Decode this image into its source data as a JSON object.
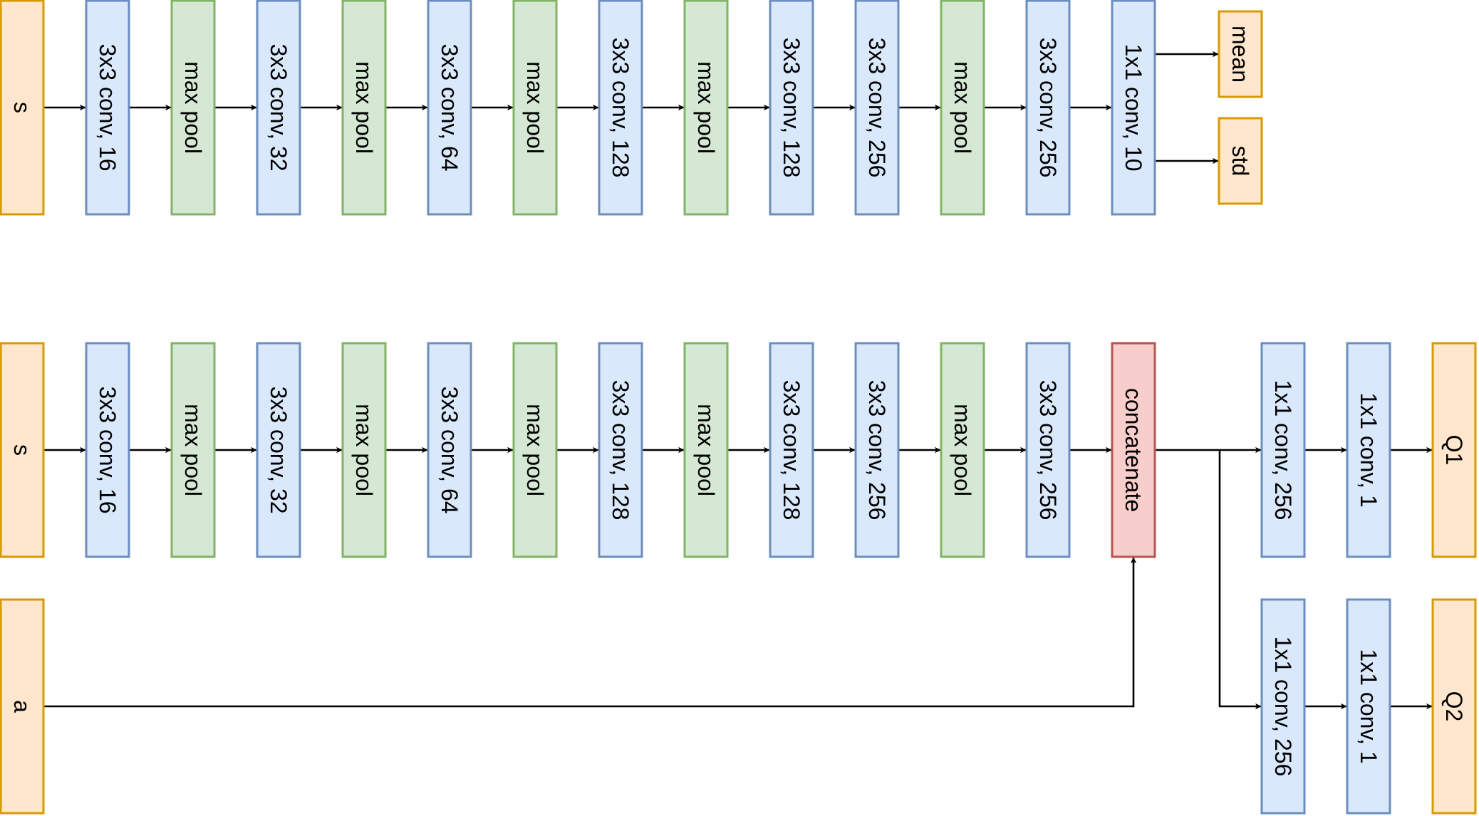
{
  "colors": {
    "io": {
      "fill": "#ffe6cc",
      "stroke": "#d79b00"
    },
    "conv": {
      "fill": "#dae8fc",
      "stroke": "#6c8ebf"
    },
    "pool": {
      "fill": "#d5e8d4",
      "stroke": "#82b366"
    },
    "merge": {
      "fill": "#f8cecc",
      "stroke": "#b85450"
    },
    "line": "#000000"
  },
  "actor": {
    "blocks": [
      {
        "id": "actor-input-s",
        "kind": "io",
        "label": "s"
      },
      {
        "id": "actor-conv-1",
        "kind": "conv",
        "label": "3x3 conv, 16"
      },
      {
        "id": "actor-pool-1",
        "kind": "pool",
        "label": "max pool"
      },
      {
        "id": "actor-conv-2",
        "kind": "conv",
        "label": "3x3 conv, 32"
      },
      {
        "id": "actor-pool-2",
        "kind": "pool",
        "label": "max pool"
      },
      {
        "id": "actor-conv-3",
        "kind": "conv",
        "label": "3x3 conv, 64"
      },
      {
        "id": "actor-pool-3",
        "kind": "pool",
        "label": "max pool"
      },
      {
        "id": "actor-conv-4",
        "kind": "conv",
        "label": "3x3 conv, 128"
      },
      {
        "id": "actor-pool-4",
        "kind": "pool",
        "label": "max pool"
      },
      {
        "id": "actor-conv-5",
        "kind": "conv",
        "label": "3x3 conv, 128"
      },
      {
        "id": "actor-conv-6",
        "kind": "conv",
        "label": "3x3 conv, 256"
      },
      {
        "id": "actor-pool-5",
        "kind": "pool",
        "label": "max pool"
      },
      {
        "id": "actor-conv-7",
        "kind": "conv",
        "label": "3x3 conv, 256"
      },
      {
        "id": "actor-conv-8",
        "kind": "conv",
        "label": "1x1 conv, 10"
      },
      {
        "id": "actor-output-mean",
        "kind": "io",
        "label": "mean"
      },
      {
        "id": "actor-output-std",
        "kind": "io",
        "label": "std"
      }
    ]
  },
  "critic": {
    "blocks": [
      {
        "id": "critic-input-s",
        "kind": "io",
        "label": "s"
      },
      {
        "id": "critic-conv-1",
        "kind": "conv",
        "label": "3x3 conv, 16"
      },
      {
        "id": "critic-pool-1",
        "kind": "pool",
        "label": "max pool"
      },
      {
        "id": "critic-conv-2",
        "kind": "conv",
        "label": "3x3 conv, 32"
      },
      {
        "id": "critic-pool-2",
        "kind": "pool",
        "label": "max pool"
      },
      {
        "id": "critic-conv-3",
        "kind": "conv",
        "label": "3x3 conv, 64"
      },
      {
        "id": "critic-pool-3",
        "kind": "pool",
        "label": "max pool"
      },
      {
        "id": "critic-conv-4",
        "kind": "conv",
        "label": "3x3 conv, 128"
      },
      {
        "id": "critic-pool-4",
        "kind": "pool",
        "label": "max pool"
      },
      {
        "id": "critic-conv-5",
        "kind": "conv",
        "label": "3x3 conv, 128"
      },
      {
        "id": "critic-conv-6",
        "kind": "conv",
        "label": "3x3 conv, 256"
      },
      {
        "id": "critic-pool-5",
        "kind": "pool",
        "label": "max pool"
      },
      {
        "id": "critic-conv-7",
        "kind": "conv",
        "label": "3x3 conv, 256"
      },
      {
        "id": "critic-concatenate",
        "kind": "merge",
        "label": "concatenate"
      },
      {
        "id": "critic-input-a",
        "kind": "io",
        "label": "a"
      },
      {
        "id": "critic-q1-conv-1",
        "kind": "conv",
        "label": "1x1 conv, 256"
      },
      {
        "id": "critic-q1-conv-2",
        "kind": "conv",
        "label": "1x1 conv, 1"
      },
      {
        "id": "critic-output-q1",
        "kind": "io",
        "label": "Q1"
      },
      {
        "id": "critic-q2-conv-1",
        "kind": "conv",
        "label": "1x1 conv, 256"
      },
      {
        "id": "critic-q2-conv-2",
        "kind": "conv",
        "label": "1x1 conv, 1"
      },
      {
        "id": "critic-output-q2",
        "kind": "io",
        "label": "Q2"
      }
    ]
  }
}
